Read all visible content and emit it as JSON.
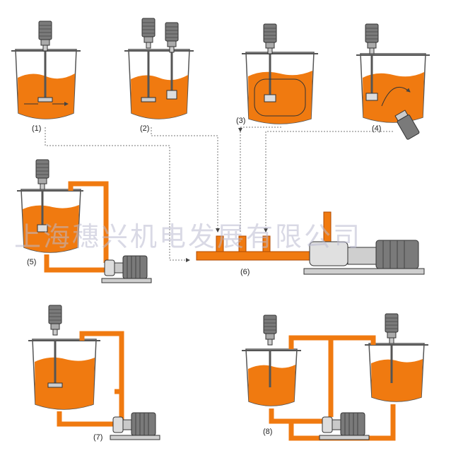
{
  "labels": {
    "setup_1": "(1)",
    "setup_2": "(2)",
    "setup_3": "(3)",
    "setup_4": "(4)",
    "setup_5": "(5)",
    "setup_6": "(6)",
    "setup_7": "(7)",
    "setup_8": "(8)"
  },
  "watermark": "上海穗兴机电发展有限公司",
  "colors": {
    "liquid": "#f07a10",
    "pipe": "#f07a10",
    "pipe_edge": "#b04a00",
    "tank_outline": "#555555",
    "motor": "#7a7a7a",
    "dotted_line": "#777777"
  }
}
